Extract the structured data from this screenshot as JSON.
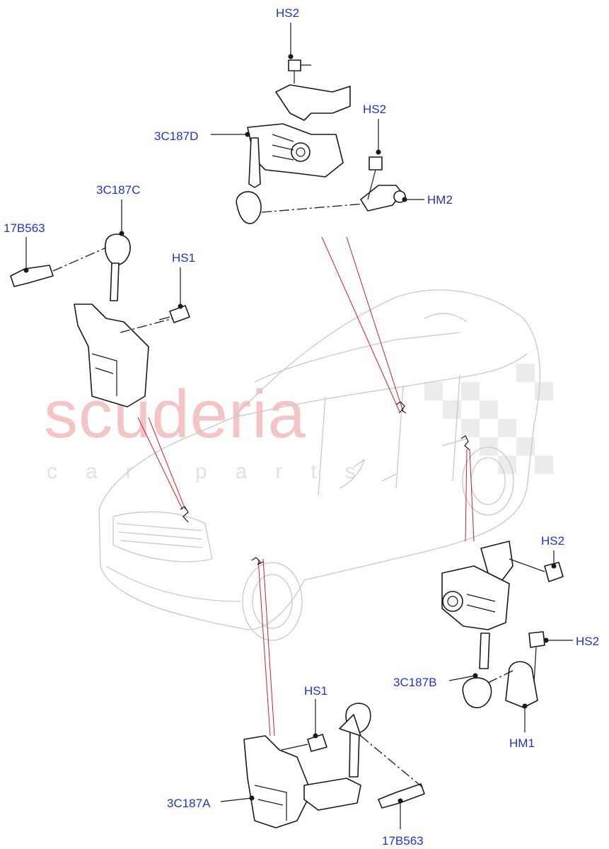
{
  "watermark": {
    "brand": "scuderia",
    "tagline": "car parts"
  },
  "callouts": {
    "hs2_top": "HS2",
    "c187d": "3C187D",
    "hs2_top_right": "HS2",
    "hm2": "HM2",
    "c187c": "3C187C",
    "b563_left": "17B563",
    "hs1_left": "HS1",
    "hs2_right_upper": "HS2",
    "hs2_right_lower": "HS2",
    "c187b": "3C187B",
    "hm1": "HM1",
    "hs1_bottom": "HS1",
    "c187a": "3C187A",
    "b563_bottom": "17B563"
  }
}
